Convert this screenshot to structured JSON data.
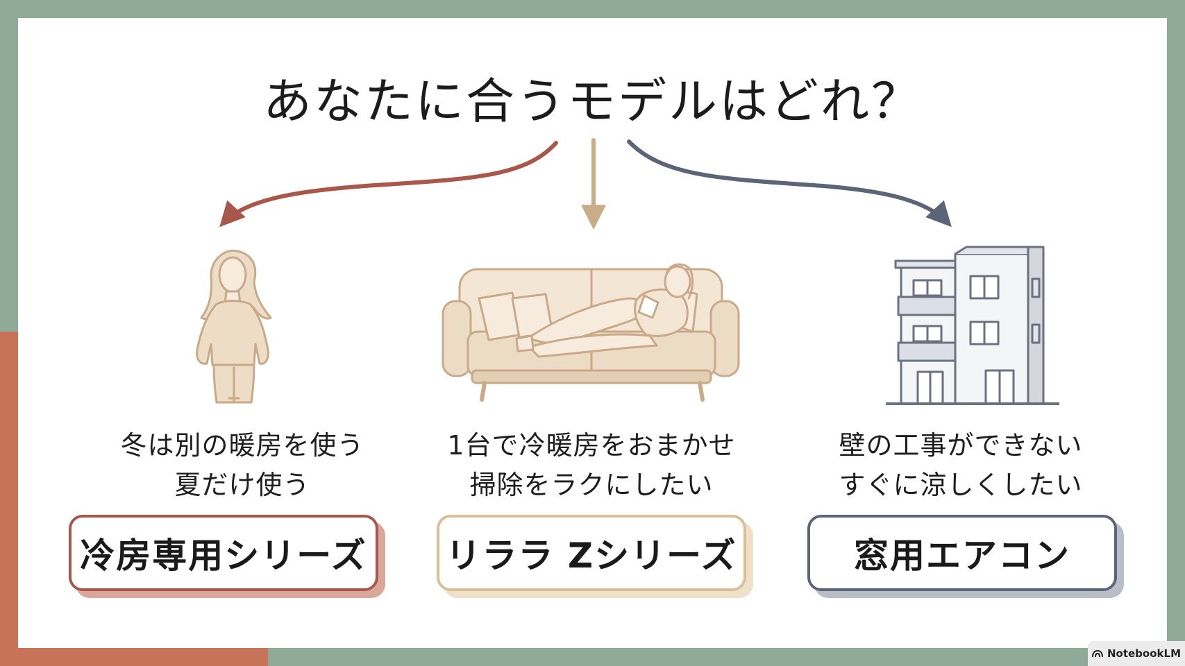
{
  "title": "あなたに合うモデルはどれ？",
  "colors": {
    "frame_green": "#8fab97",
    "frame_terracotta": "#c7735a",
    "arrow_left": "#a8574a",
    "arrow_center": "#c9ad86",
    "arrow_right": "#5c6577",
    "illustration_beige": "#e9d6bf",
    "illustration_line": "#c9a988",
    "building_gray": "#6b7180"
  },
  "options": [
    {
      "illustration": "standing-woman-illustration",
      "lines": [
        "冬は別の暖房を使う",
        "夏だけ使う"
      ],
      "model": "冷房専用シリーズ"
    },
    {
      "illustration": "woman-on-sofa-illustration",
      "lines": [
        "1台で冷暖房をおまかせ",
        "掃除をラクにしたい"
      ],
      "model": "リララ Zシリーズ"
    },
    {
      "illustration": "apartment-building-illustration",
      "lines": [
        "壁の工事ができない",
        "すぐに涼しくしたい"
      ],
      "model": "窓用エアコン"
    }
  ],
  "watermark": "NotebookLM"
}
